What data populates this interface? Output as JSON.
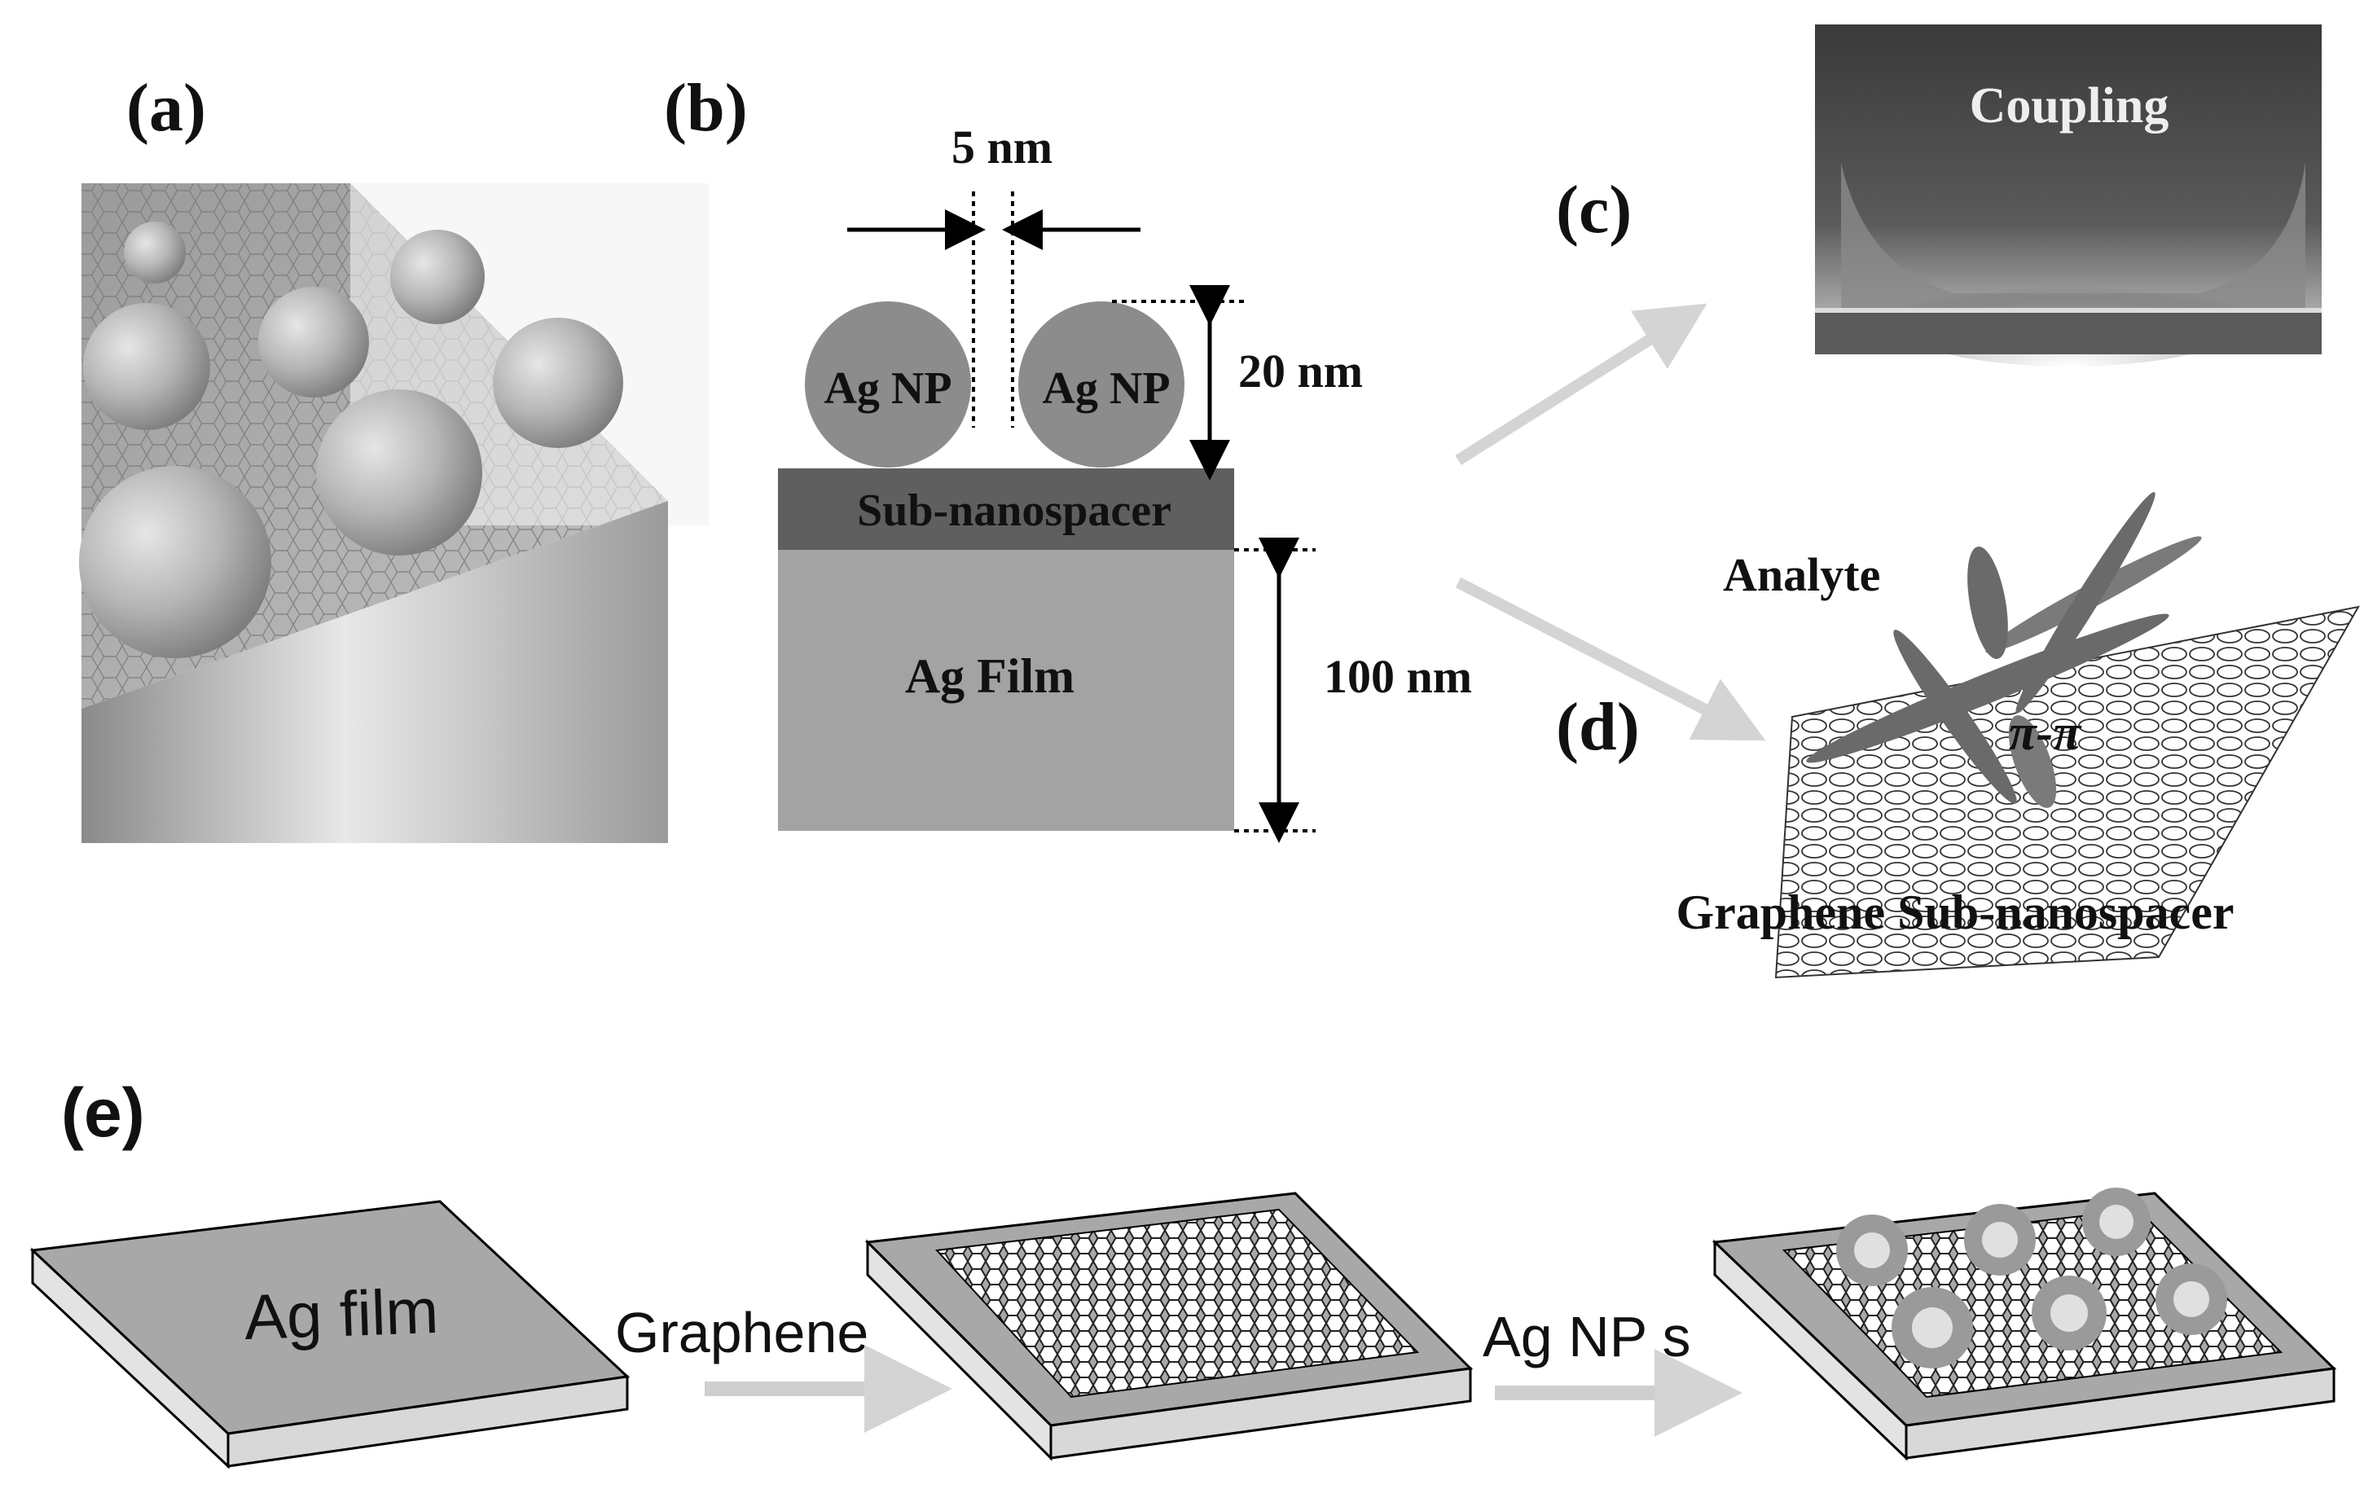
{
  "panels": {
    "a": {
      "label": "(a)"
    },
    "b": {
      "label": "(b)",
      "gap_label": "5 nm",
      "np_height_label": "20 nm",
      "film_height_label": "100 nm",
      "np_left_label": "Ag NP",
      "np_right_label": "Ag NP",
      "spacer_label": "Sub-nanospacer",
      "film_label": "Ag Film"
    },
    "c": {
      "label": "(c)",
      "image_label": "Coupling"
    },
    "d": {
      "label": "(d)",
      "analyte_label": "Analyte",
      "interaction_label": "π-π",
      "sheet_label": "Graphene Sub-nanospacer"
    },
    "e": {
      "label": "(e)",
      "step1_label": "Ag film",
      "arrow1_label": "Graphene",
      "arrow2_label": "Ag NP s"
    }
  },
  "colors": {
    "nanoparticle": "#8c8c8c",
    "spacer": "#5f5f5f",
    "film": "#a3a3a3",
    "arrow": "#cfcfcf",
    "background": "#ffffff"
  }
}
